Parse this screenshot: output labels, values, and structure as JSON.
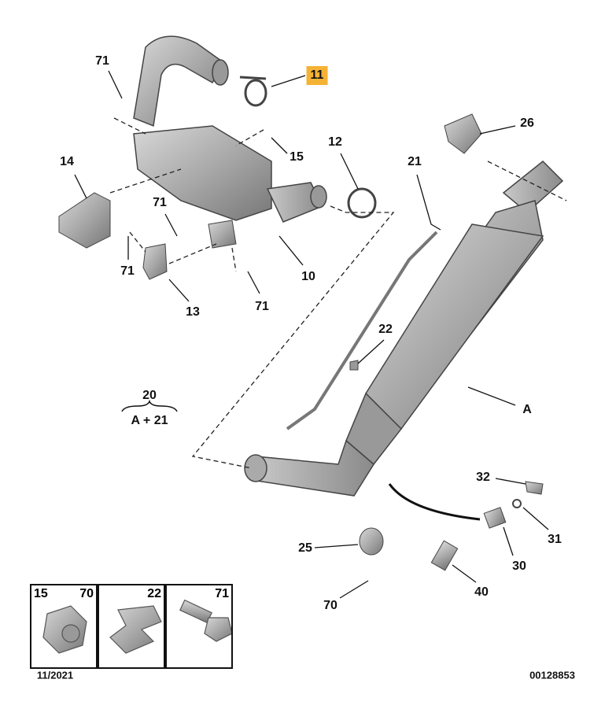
{
  "callouts": {
    "c71a": "71",
    "c11": "11",
    "c14": "14",
    "c15": "15",
    "c12": "12",
    "c21": "21",
    "c26": "26",
    "c71b": "71",
    "c71c": "71",
    "c13": "13",
    "c10": "10",
    "c71d": "71",
    "c22": "22",
    "c20": "20",
    "cA21": "A + 21",
    "cA": "A",
    "c32": "32",
    "c31": "31",
    "c25": "25",
    "c30": "30",
    "c40": "40",
    "c70": "70"
  },
  "highlight_color": "#f5b335",
  "legend": {
    "box1": {
      "left": "15",
      "right": "70"
    },
    "box2": {
      "right": "22"
    },
    "box3": {
      "right": "71"
    }
  },
  "footer": {
    "date": "11/2021",
    "ref": "00128853"
  }
}
